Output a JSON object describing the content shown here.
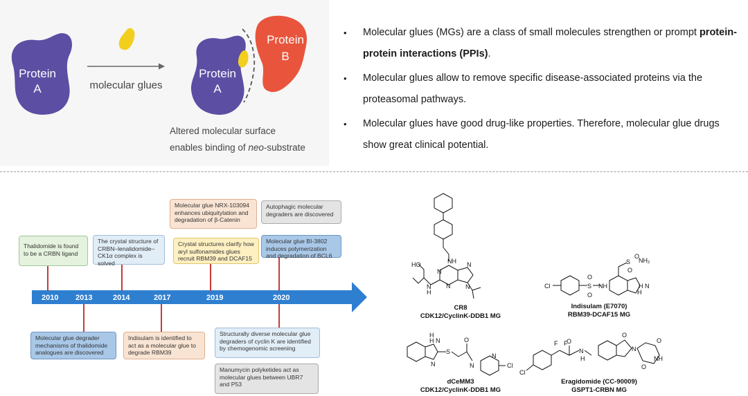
{
  "top_panel": {
    "protein_a_label": "Protein\nA",
    "protein_a_bound_label": "Protein\nA",
    "protein_b_label": "Protein\nB",
    "arrow_label": "molecular glues",
    "caption_line1": "Altered molecular surface",
    "caption_line2_pre": "enables binding of ",
    "caption_line2_italic": "neo",
    "caption_line2_post": "-substrate",
    "colors": {
      "protein_a": "#5c4ea3",
      "protein_b": "#e8553c",
      "glue": "#f2cf1e"
    }
  },
  "bullets": [
    {
      "pre": "Molecular glues (MGs) are a class of small molecules strengthen or prompt ",
      "bold": "protein-protein interactions (PPIs)",
      "post": "."
    },
    {
      "pre": "Molecular glues allow to remove specific disease-associated proteins  via the proteasomal pathways.",
      "bold": "",
      "post": ""
    },
    {
      "pre": " Molecular glues have good drug-like properties. Therefore, molecular glue drugs show great clinical potential.",
      "bold": "",
      "post": ""
    }
  ],
  "timeline": {
    "years": [
      "2010",
      "2013",
      "2014",
      "2017",
      "2019",
      "2020"
    ],
    "events": [
      {
        "text": "Thalidomide is found to be a CRBN ligand"
      },
      {
        "text": "The crystal structure of CRBN–lenalidomide–CK1α complex is solved"
      },
      {
        "text": "Molecular glue NRX-103094 enhances ubiquitylation and degradation of β-Catenin"
      },
      {
        "text": "Crystal structures clarify how aryl sulfonamides glues recruit RBM39 and DCAF15"
      },
      {
        "text": "Autophagic molecular degraders are discovered"
      },
      {
        "text": "Molecular glue BI-3802 induces polymerization and degradation of BCL6"
      },
      {
        "text": "Molecular glue degrader mechanisms of thalidomide analogues are discovered"
      },
      {
        "text": "Indisulam is identified to act as a molecular glue to degrade RBM39"
      },
      {
        "text": "Structurally diverse molecular glue degraders of cyclin K are identified by chemogenomic screening"
      },
      {
        "text": "Manumycin polyketides act as molecular glues between UBR7 and P53"
      }
    ],
    "colors": {
      "arrow": "#2f7fd0",
      "stem": "#c43a3a"
    }
  },
  "molecules": [
    {
      "name": "CR8",
      "target": "CDK12/CyclinK-DDB1 MG",
      "atoms": {
        "n1": "N",
        "n2": "N",
        "n3": "N",
        "n4": "N",
        "nh1": "NH",
        "nh2": "N",
        "ho": "HO",
        "h": "H"
      }
    },
    {
      "name": "Indisulam (E7070)",
      "target": "RBM39-DCAF15 MG",
      "atoms": {
        "cl": "Cl",
        "s": "S",
        "o1": "O",
        "o2": "O",
        "nh": "NH",
        "s2": "S",
        "nh2": "NH₂",
        "hn": "H\nN",
        "o3": "O",
        "o4": "O",
        "h": "H"
      }
    },
    {
      "name": "dCeMM3",
      "target": "CDK12/CyclinK-DDB1 MG",
      "atoms": {
        "hn": "H\nN",
        "n": "N",
        "s": "S",
        "o": "O",
        "nh": "N",
        "h": "H",
        "n2": "N",
        "cl": "Cl"
      }
    },
    {
      "name": "Eragidomide (CC-90009)",
      "target": "GSPT1-CRBN MG",
      "atoms": {
        "f1": "F",
        "f2": "F",
        "o1": "O",
        "o2": "O",
        "o3": "O",
        "o4": "O",
        "n": "N",
        "n2": "N",
        "nh": "NH",
        "h": "H",
        "cl": "Cl"
      }
    }
  ]
}
